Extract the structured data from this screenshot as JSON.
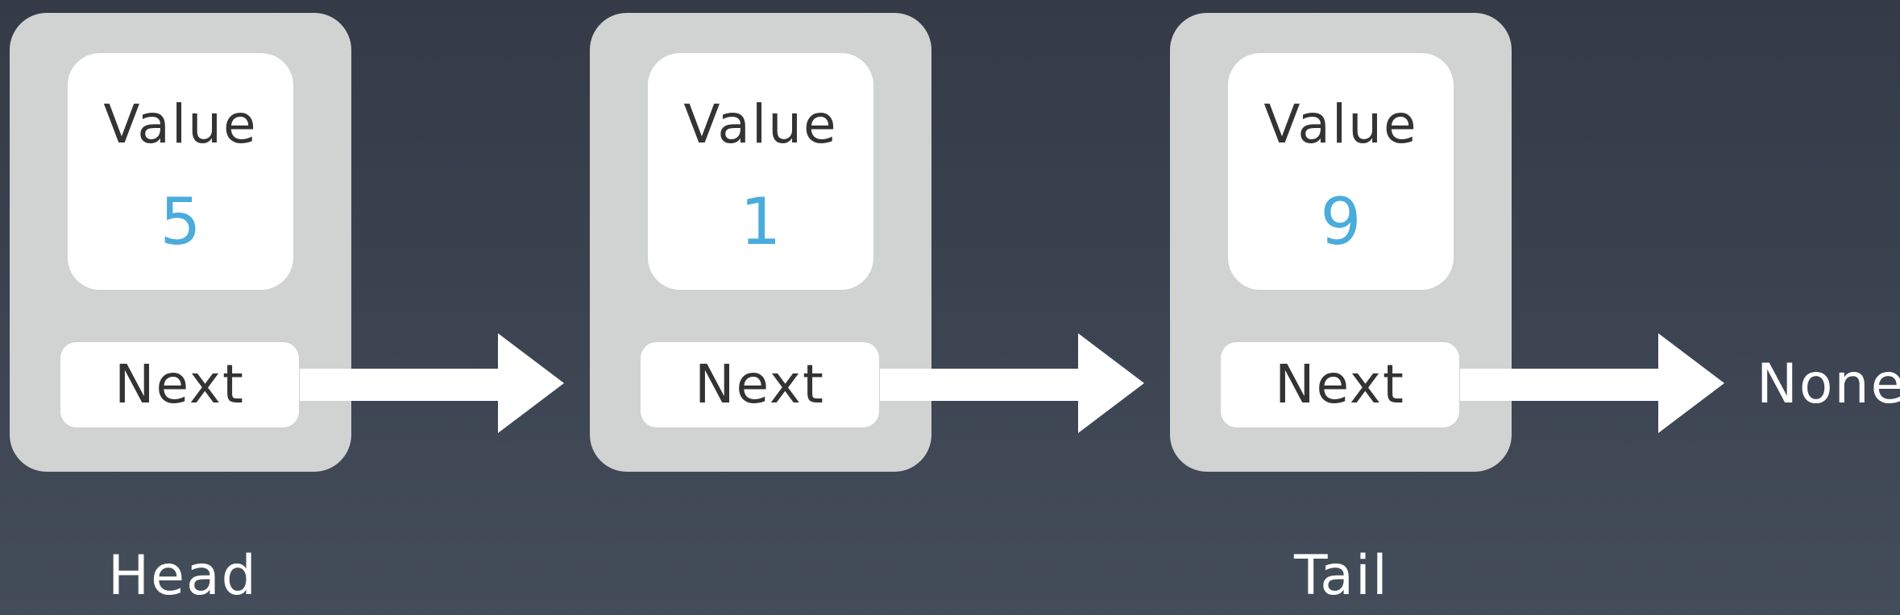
{
  "colors": {
    "background_top": "#343b47",
    "background_bottom": "#444d5a",
    "node_fill": "#d1d3d2",
    "box_fill": "#ffffff",
    "label_text": "#333333",
    "value_text": "#4aabdd",
    "caption_text": "#ffffff",
    "arrow_fill": "#ffffff"
  },
  "nodes": [
    {
      "value_label": "Value",
      "value": "5",
      "next_label": "Next"
    },
    {
      "value_label": "Value",
      "value": "1",
      "next_label": "Next"
    },
    {
      "value_label": "Value",
      "value": "9",
      "next_label": "Next"
    }
  ],
  "captions": {
    "head": "Head",
    "tail": "Tail",
    "end": "None"
  },
  "icons": {
    "pointer": "right-arrow-icon"
  }
}
